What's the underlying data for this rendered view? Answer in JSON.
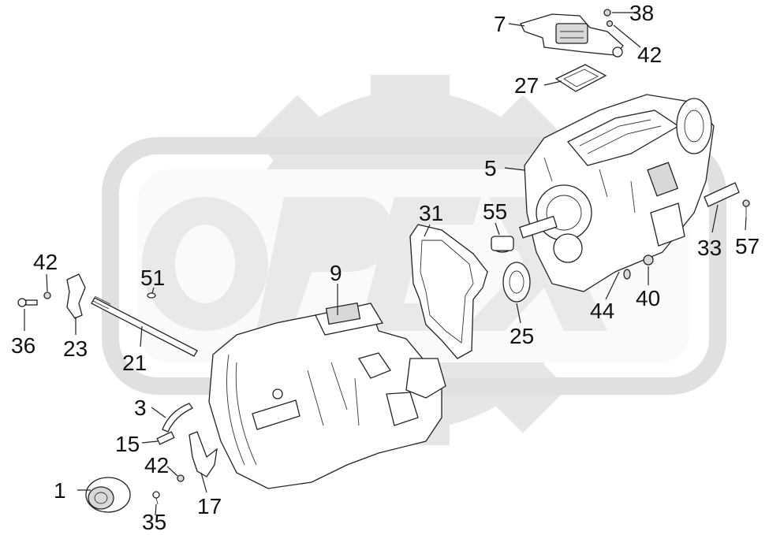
{
  "watermark": {
    "text": "OPEX",
    "gear_color": "#e3e3e3",
    "letter_color": "#ececec"
  },
  "labels": [
    {
      "id": "p1",
      "text": "1"
    },
    {
      "id": "p3",
      "text": "3"
    },
    {
      "id": "p5",
      "text": "5"
    },
    {
      "id": "p7",
      "text": "7"
    },
    {
      "id": "p9",
      "text": "9"
    },
    {
      "id": "p15",
      "text": "15"
    },
    {
      "id": "p17",
      "text": "17"
    },
    {
      "id": "p21",
      "text": "21"
    },
    {
      "id": "p23",
      "text": "23"
    },
    {
      "id": "p25",
      "text": "25"
    },
    {
      "id": "p27",
      "text": "27"
    },
    {
      "id": "p31",
      "text": "31"
    },
    {
      "id": "p33",
      "text": "33"
    },
    {
      "id": "p35",
      "text": "35"
    },
    {
      "id": "p36",
      "text": "36"
    },
    {
      "id": "p38",
      "text": "38"
    },
    {
      "id": "p40",
      "text": "40"
    },
    {
      "id": "p42a",
      "text": "42"
    },
    {
      "id": "p42b",
      "text": "42"
    },
    {
      "id": "p42c",
      "text": "42"
    },
    {
      "id": "p44",
      "text": "44"
    },
    {
      "id": "p51",
      "text": "51"
    },
    {
      "id": "p55",
      "text": "55"
    },
    {
      "id": "p57",
      "text": "57"
    }
  ]
}
